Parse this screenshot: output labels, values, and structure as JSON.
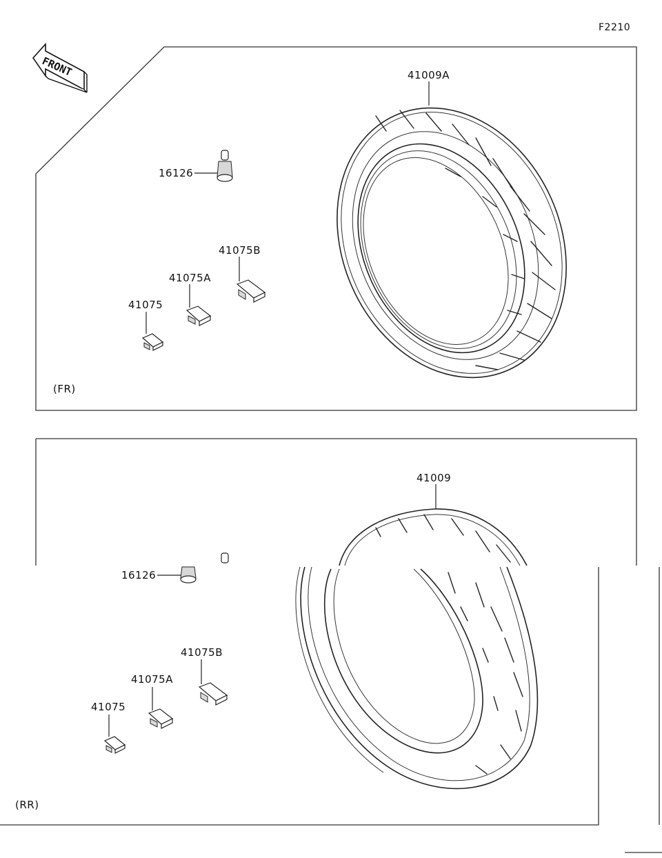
{
  "figure_code": "F2210",
  "front_arrow_text": "FRONT",
  "front_panel": {
    "section_label": "(FR)",
    "tire_part": "41009A",
    "valve_part": "16126",
    "weight_b": "41075B",
    "weight_a": "41075A",
    "weight": "41075"
  },
  "rear_panel": {
    "section_label": "(RR)",
    "tire_part": "41009",
    "valve_part": "16126",
    "weight_b": "41075B",
    "weight_a": "41075A",
    "weight": "41075"
  }
}
